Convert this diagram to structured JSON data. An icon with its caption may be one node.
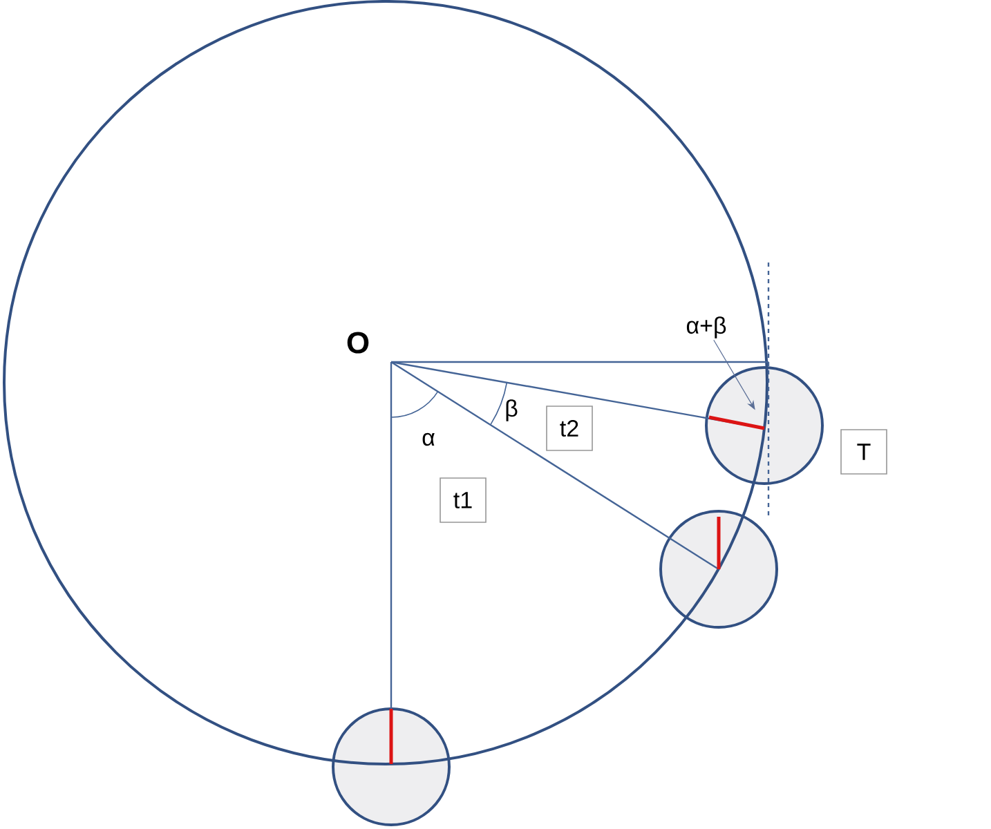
{
  "diagram": {
    "nodes": [
      {
        "text": [
          "α+β"
        ]
      },
      {
        "text": [
          "t2"
        ]
      },
      {
        "text": [
          "T"
        ]
      },
      {
        "text": [
          "t1"
        ]
      },
      {
        "text": [],
        "shape": "circle"
      },
      {
        "text": [],
        "shape": "circle"
      },
      {
        "text": [],
        "shape": "circle"
      }
    ],
    "edges": [
      {
        "from": 0,
        "to": 4,
        "arrow": "to"
      }
    ],
    "labels": [
      "O",
      "α",
      "β"
    ]
  }
}
